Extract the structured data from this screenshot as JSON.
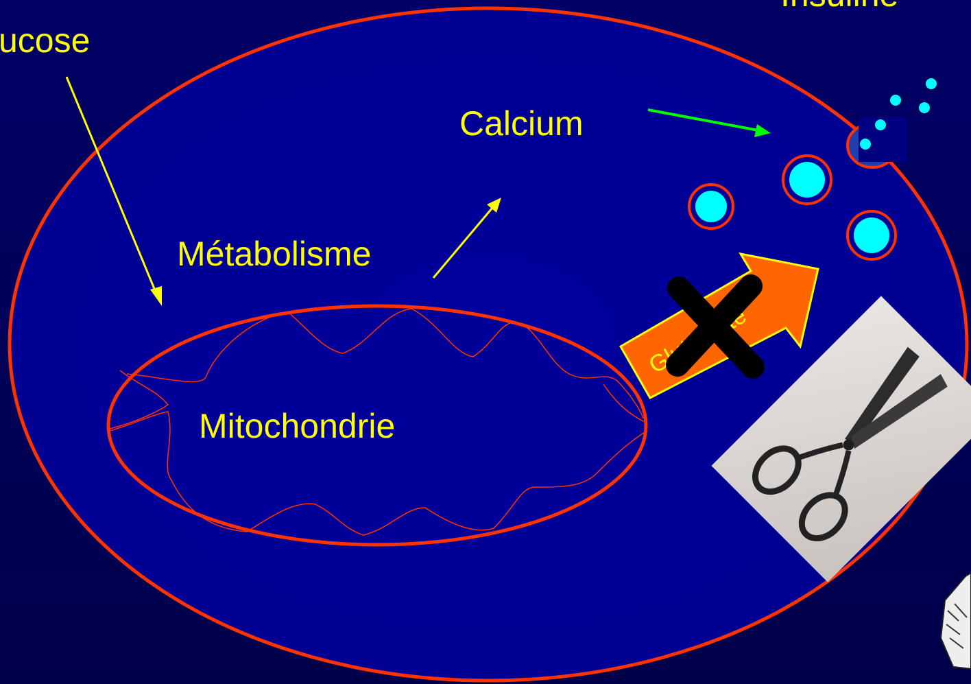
{
  "labels": {
    "glucose": "ucose",
    "insuline": "Insuline",
    "calcium": "Calcium",
    "metabolisme": "Métabolisme",
    "mitochondrie": "Mitochondrie",
    "glutamate": "Glutamate"
  },
  "colors": {
    "background": "#000066",
    "cell_fill": "#000099",
    "membrane": "#ff3300",
    "label_text": "#ffff00",
    "arrow_yellow": "#ffff00",
    "arrow_green": "#00ff00",
    "vesicle_core": "#00ffff",
    "glutamate_arrow": "#ff6600",
    "block_cross": "#000000"
  },
  "icons": [
    "scissors-photo",
    "cross-mark-icon",
    "clipart-fragment"
  ]
}
